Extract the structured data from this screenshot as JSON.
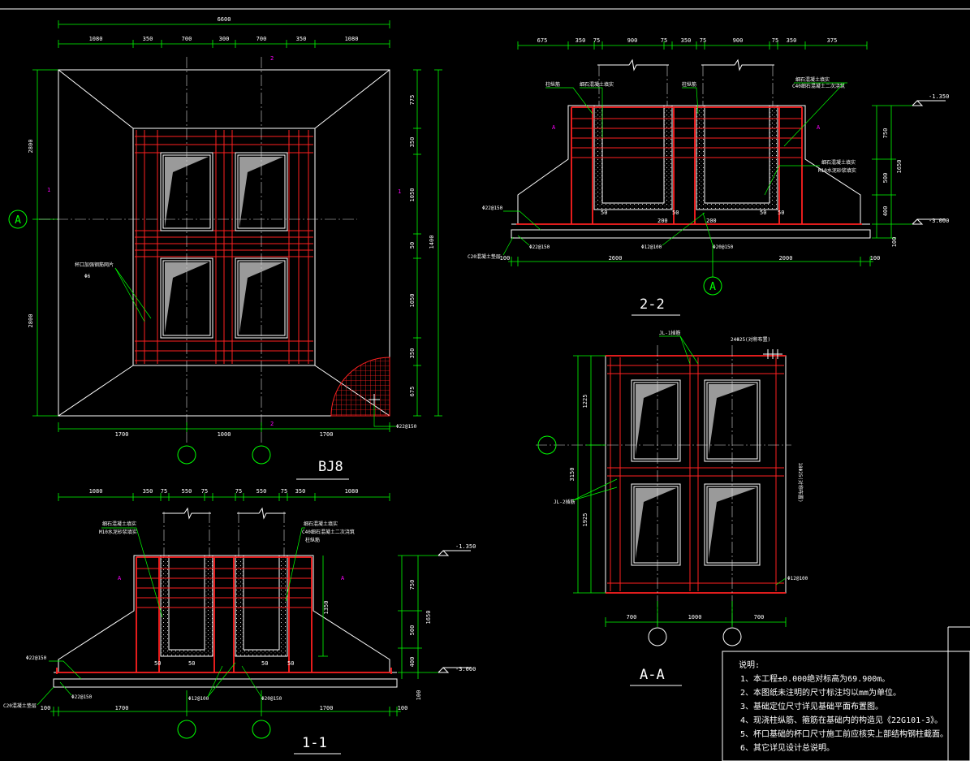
{
  "colors": {
    "background": "#000000",
    "structure": "#ffffff",
    "dimension": "#00ff00",
    "rebar": "#ff2020",
    "section_mark": "#ff00ff"
  },
  "plan": {
    "title": "BJ8",
    "top_dims": [
      "6600",
      "1080",
      "350",
      "700",
      "300",
      "700",
      "350",
      "1080"
    ],
    "left_dims": [
      "2800",
      "2800"
    ],
    "right_dims": [
      "775",
      "350",
      "1050",
      "50",
      "1400",
      "1050",
      "350",
      "675"
    ],
    "bottom_dims": [
      "1700",
      "1000",
      "1700"
    ],
    "axis_a": "A",
    "mesh_note_1": "杯口加强钢筋网片",
    "mesh_note_2": "Φ6",
    "bar_note": "Φ22@150",
    "marks": [
      "2",
      "1",
      "1",
      "2"
    ]
  },
  "sec11": {
    "title": "1-1",
    "top_dims": [
      "1080",
      "350",
      "75",
      "550",
      "75",
      "75",
      "550",
      "75",
      "350",
      "1080"
    ],
    "right_dims": [
      "750",
      "500",
      "400",
      "1650"
    ],
    "inner_dim": "1350",
    "ann_left_1": "细石混凝土填实",
    "ann_left_2": "M10水泥砂浆填实",
    "ann_right_1": "细石混凝土填实",
    "ann_right_2": "C40细石混凝土二次浇筑",
    "ann_right_3": "柱纵筋",
    "elev_top": "-1.350",
    "elev_bottom": "-3.000",
    "bar_1": "Φ22@150",
    "bar_2": "Φ22@150",
    "bar_3": "Φ12@100",
    "bar_4": "Φ20@150",
    "cushion": "C20混凝土垫层",
    "bottom_dims": [
      "100",
      "1700",
      "1700",
      "100"
    ],
    "gap": [
      "50",
      "50",
      "50",
      "50"
    ],
    "marks": [
      "A",
      "A"
    ]
  },
  "sec22": {
    "title": "2-2",
    "top_dims": [
      "675",
      "350",
      "75",
      "900",
      "75",
      "350",
      "75",
      "900",
      "75",
      "350",
      "375"
    ],
    "right_dims": [
      "750",
      "500",
      "400",
      "1650",
      "100"
    ],
    "ann_1": "细石混凝土填实",
    "ann_2": "柱纵筋",
    "ann_3": "柱纵筋",
    "ann_4a": "细石混凝土填实",
    "ann_4b": "C40细石混凝土二次浇筑",
    "ann_5a": "细石混凝土填实",
    "ann_5b": "M10水泥砂浆填实",
    "elev_top": "-1.350",
    "elev_bottom": "-3.000",
    "bar_1": "Φ22@150",
    "bar_2": "Φ22@150",
    "bar_3": "Φ12@100",
    "bar_4": "Φ20@150",
    "cushion": "C20混凝土垫层",
    "bottom_dims": [
      "100",
      "2600",
      "2000",
      "100"
    ],
    "inner_dims": [
      "200",
      "200",
      "50",
      "50",
      "50",
      "50"
    ],
    "axis": "A",
    "marks": [
      "A",
      "A"
    ]
  },
  "secAA": {
    "title": "A-A",
    "top_note": "24Φ25(对称布置)",
    "top_label": "JL-1插筋",
    "side_note": "18Φ25(对称布置)",
    "left_label": "JL-2插筋",
    "bar_note": "Φ12@100",
    "left_dims": [
      "1225",
      "3150",
      "1925"
    ],
    "bottom_dims": [
      "700",
      "1000",
      "700"
    ]
  },
  "notes": {
    "title": "说明:",
    "lines": [
      "1、本工程±0.000绝对标高为69.900m。",
      "2、本图纸未注明的尺寸标注均以mm为单位。",
      "3、基础定位尺寸详见基础平面布置图。",
      "4、现浇柱纵筋、箍筋在基础内的构造见《22G101-3》。",
      "5、杯口基础的杯口尺寸施工前应核实上部结构钢柱截面。",
      "6、其它详见设计总说明。"
    ]
  }
}
